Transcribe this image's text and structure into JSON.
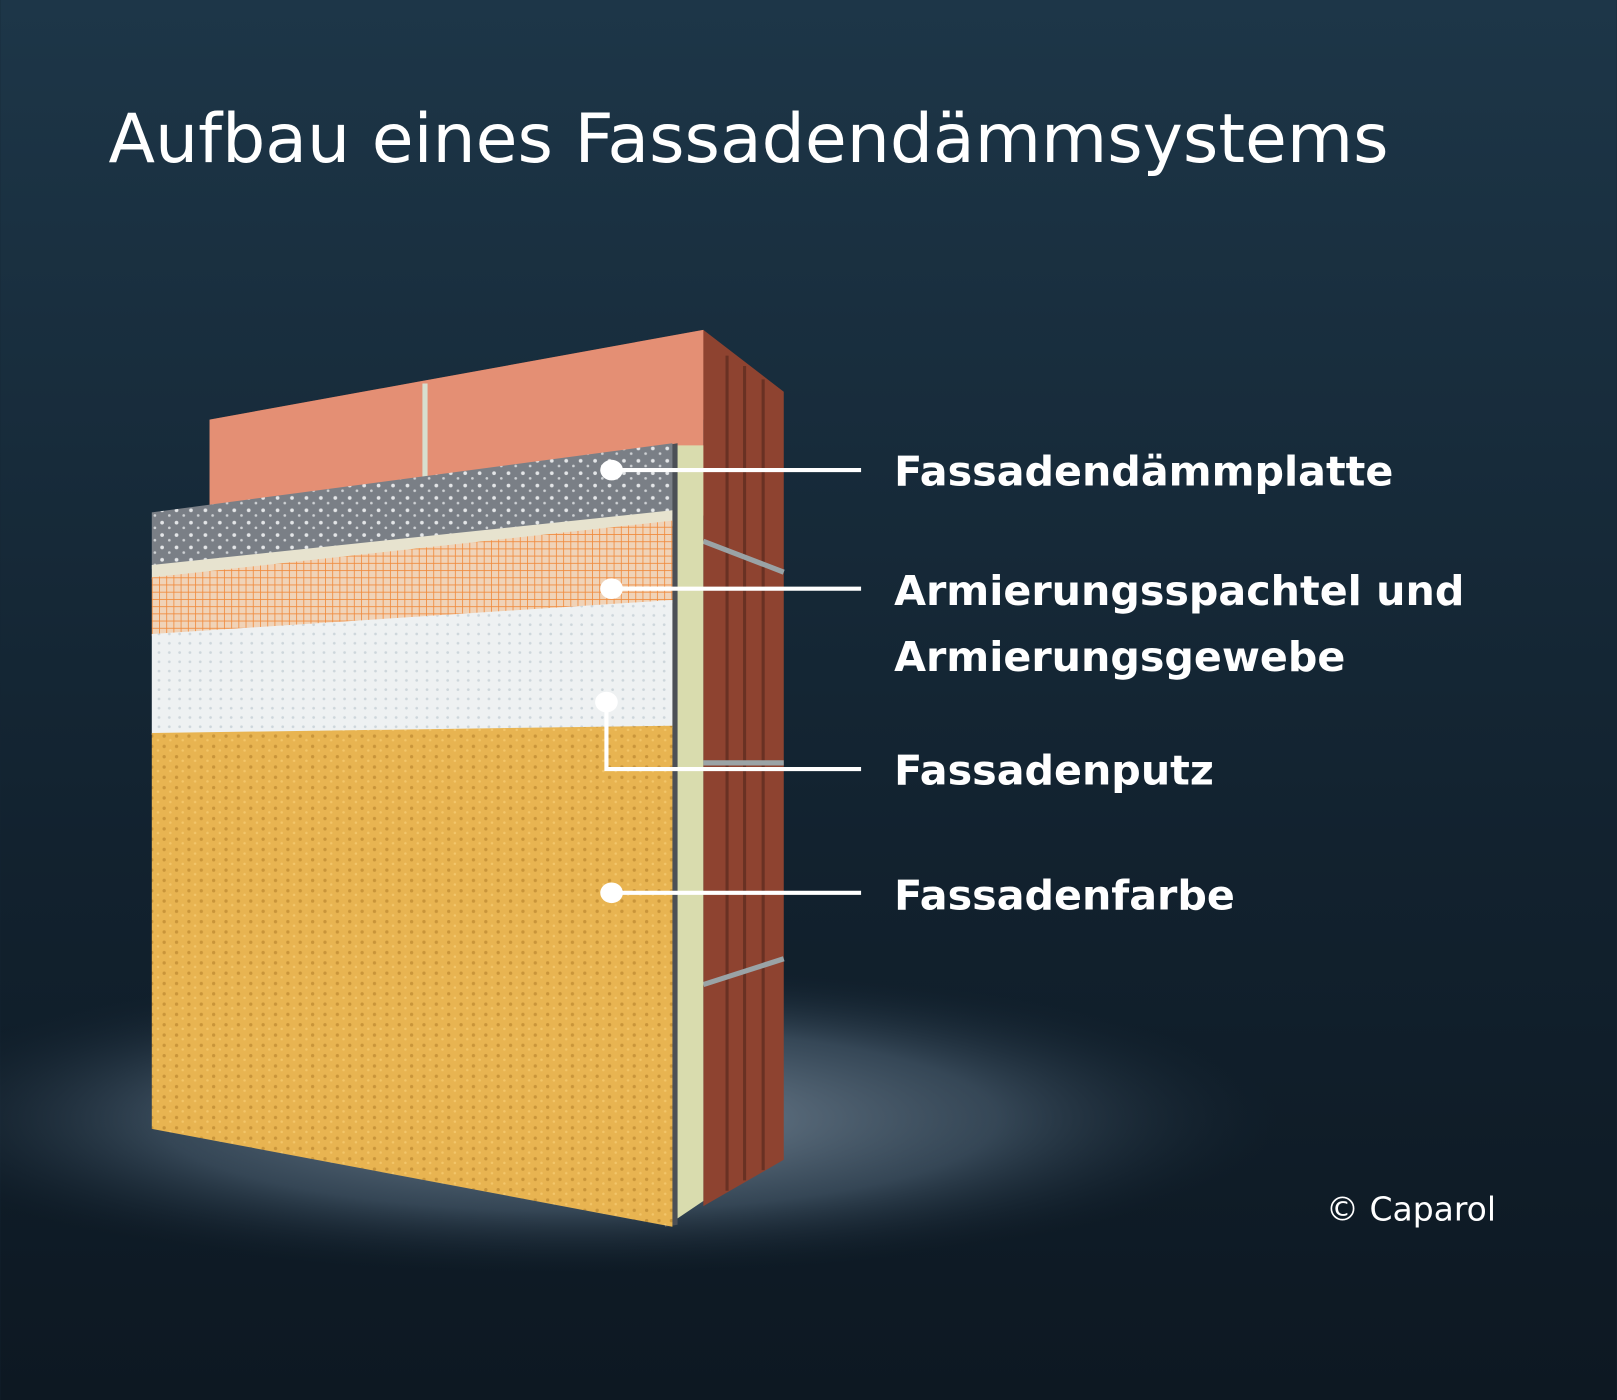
{
  "title": "Aufbau eines Fassadendämmsystems",
  "labels": {
    "layer1": "Fassadendämmplatte",
    "layer2_line1": "Armierungsspachtel und",
    "layer2_line2": "Armierungsgewebe",
    "layer3": "Fassadenputz",
    "layer4": "Fassadenfarbe"
  },
  "copyright": "© Caparol",
  "colors": {
    "background": "#15293a",
    "brick": "#e58f74",
    "brick_side": "#8a3f2c",
    "insulation": "#7c8086",
    "mesh": "#f2a067",
    "plaster": "#eef1f2",
    "paint": "#e9b450",
    "edge": "#d9dcae"
  }
}
